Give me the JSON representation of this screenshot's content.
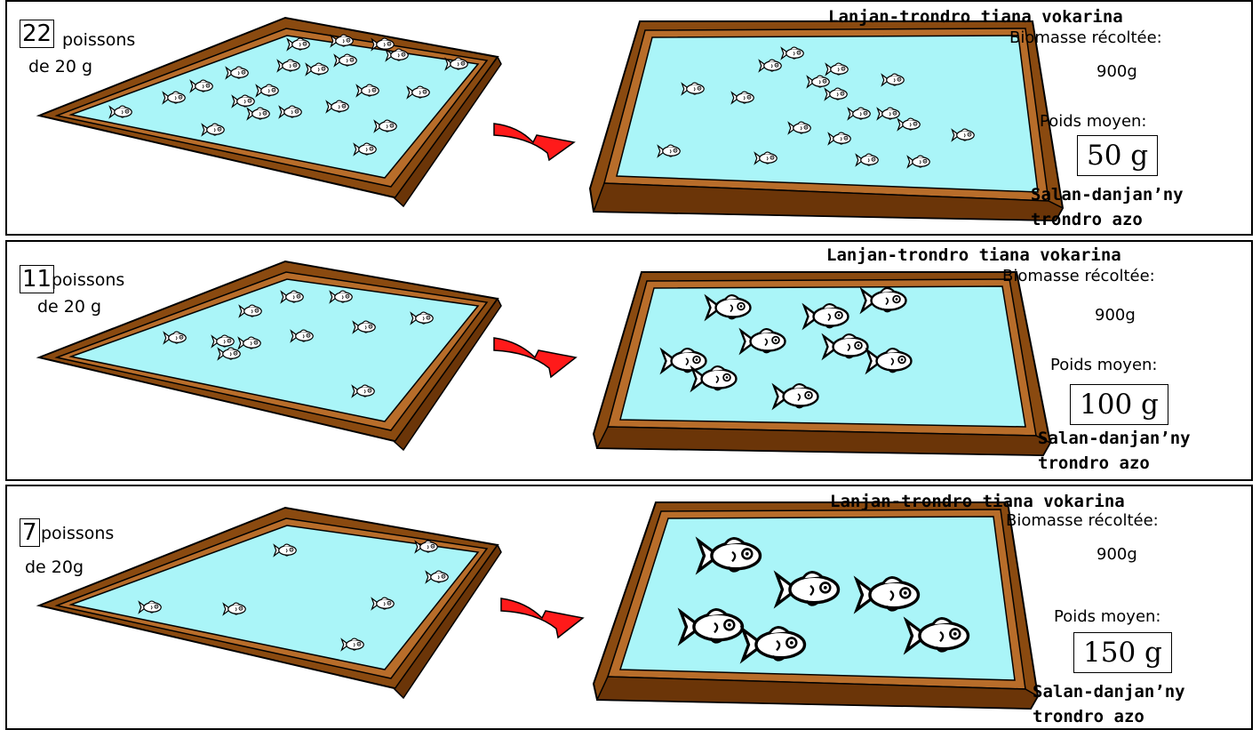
{
  "panels": [
    {
      "count": "22",
      "count_label": "poissons",
      "initial_weight": "de 20 g",
      "malagasy_title": "Lanjan-trondro tiana vokarina",
      "biomass_label": "Biomasse récoltée:",
      "biomass_value": "900g",
      "avg_weight_label": "Poids moyen:",
      "avg_weight_value": "50 g",
      "malagasy_line1": "Salan-danjan’ny",
      "malagasy_line2": "trondro azo"
    },
    {
      "count": "11",
      "count_label": "poissons",
      "initial_weight": "de 20 g",
      "malagasy_title": "Lanjan-trondro tiana vokarina",
      "biomass_label": "Biomasse récoltée:",
      "biomass_value": "900g",
      "avg_weight_label": "Poids moyen:",
      "avg_weight_value": "100 g",
      "malagasy_line1": "Salan-danjan’ny",
      "malagasy_line2": "trondro azo"
    },
    {
      "count": "7",
      "count_label": "poissons",
      "initial_weight": "de 20g",
      "malagasy_title": "Lanjan-trondro tiana vokarina",
      "biomass_label": "Biomasse récoltée:",
      "biomass_value": "900g",
      "avg_weight_label": "Poids moyen:",
      "avg_weight_value": "150 g",
      "malagasy_line1": "Salan-danjan’ny",
      "malagasy_line2": "trondro azo"
    }
  ],
  "colors": {
    "water": "#aaf5f8",
    "pond_rim": "#8a4a10",
    "pond_rim_light": "#b86d2a",
    "arrow": "#ff1a1a",
    "fish_fill": "#ffffff",
    "outline": "#000000"
  }
}
